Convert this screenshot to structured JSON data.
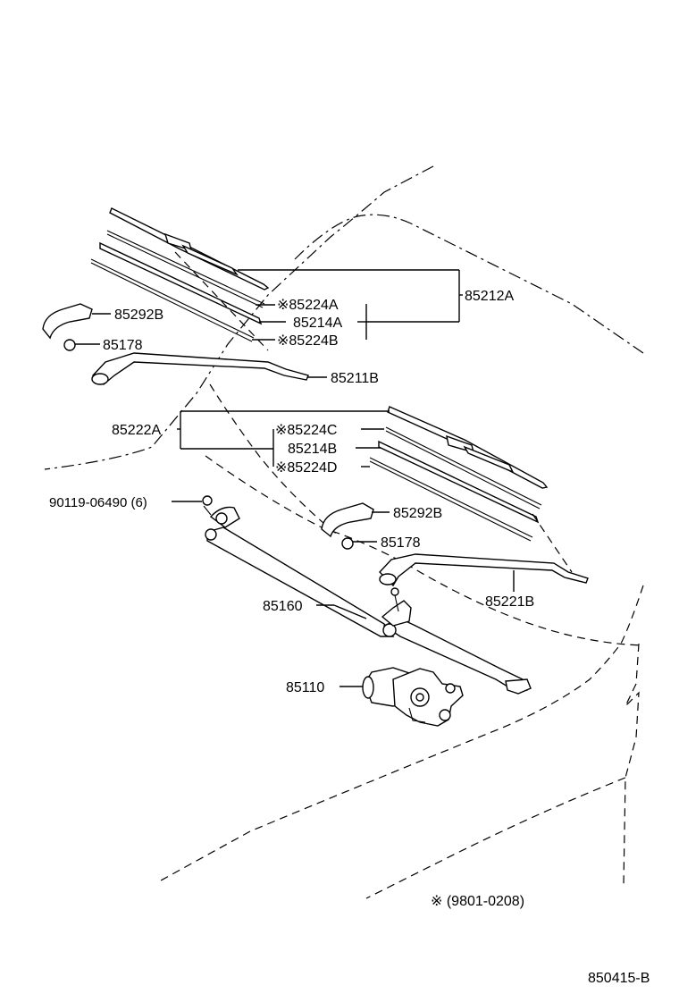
{
  "diagram": {
    "sheet_code": "850415-B",
    "note": "※ (9801-0208)"
  },
  "labels": {
    "group_a": "85212A",
    "rubber_a_top": "※85224A",
    "blade_a": "85214A",
    "rubber_a_bottom": "※85224B",
    "cover_upper": "85292B",
    "nut_upper": "85178",
    "arm_upper": "85211B",
    "group_b": "85222A",
    "rubber_b_top": "※85224C",
    "blade_b": "85214B",
    "rubber_b_bottom": "※85224D",
    "bolt": "90119-06490 (6)",
    "cover_lower": "85292B",
    "nut_lower": "85178",
    "link": "85160",
    "arm_lower": "85221B",
    "motor": "85110"
  }
}
